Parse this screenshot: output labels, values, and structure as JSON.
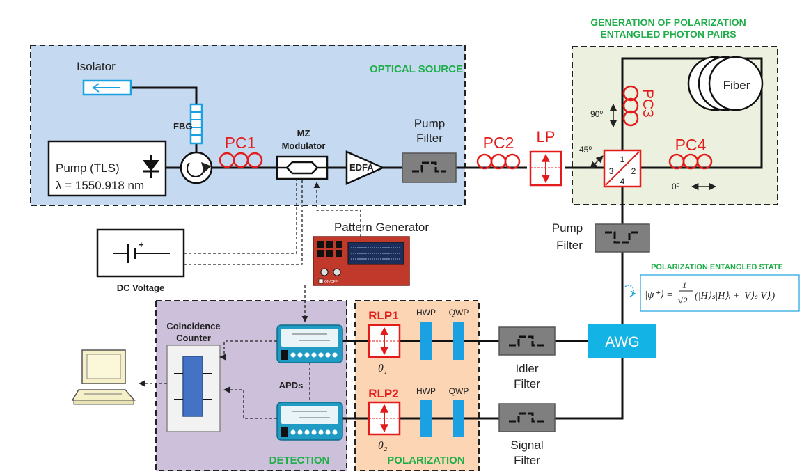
{
  "regions": {
    "optical_source": "OPTICAL SOURCE",
    "generation_line1": "GENERATION OF POLARIZATION",
    "generation_line2": "ENTANGLED PHOTON PAIRS",
    "detection": "DETECTION",
    "polarization": "POLARIZATION"
  },
  "components": {
    "isolator": "Isolator",
    "fbg": "FBG",
    "pump_line1": "Pump (TLS)",
    "pump_line2": "λ = 1550.918 nm",
    "pc1": "PC1",
    "mz_line1": "MZ",
    "mz_line2": "Modulator",
    "edfa": "EDFA",
    "pump_filter1_line1": "Pump",
    "pump_filter1_line2": "Filter",
    "pc2": "PC2",
    "lp": "LP",
    "pc3": "PC3",
    "pc4": "PC4",
    "fiber": "Fiber",
    "angle_90": "90⁰",
    "angle_45": "45⁰",
    "angle_0": "0⁰",
    "pbs_port1": "1",
    "pbs_port2": "2",
    "pbs_port3": "3",
    "pbs_port4": "4",
    "pattern_generator": "Pattern Generator",
    "pattern_onoff": "ON/OFF",
    "dc_voltage": "DC Voltage",
    "pump_filter2_line1": "Pump",
    "pump_filter2_line2": "Filter",
    "entangled_state_title": "POLARIZATION ENTANGLED STATE",
    "awg": "AWG",
    "coincidence_line1": "Coincidence",
    "coincidence_line2": "Counter",
    "apds": "APDs",
    "rlp1": "RLP1",
    "rlp2": "RLP2",
    "theta1": "θ₁",
    "theta2": "θ₂",
    "hwp1": "HWP",
    "qwp1": "QWP",
    "hwp2": "HWP",
    "qwp2": "QWP",
    "idler_line1": "Idler",
    "idler_line2": "Filter",
    "signal_line1": "Signal",
    "signal_line2": "Filter"
  },
  "colors": {
    "source_bg": "#c5d9f1",
    "generation_bg": "#ebf1de",
    "detection_bg": "#ccc0da",
    "polarization_bg": "#fcd5b5",
    "accent_red": "#e31b1b",
    "accent_green": "#1fae4a",
    "awg_blue": "#13b3e6"
  }
}
